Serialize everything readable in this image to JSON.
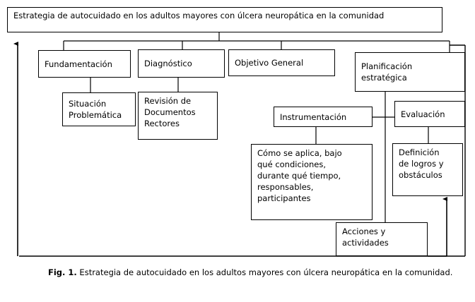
{
  "figure": {
    "title_box": "Estrategia de autocuidado en los adultos mayores con úlcera neuropática en la comunidad",
    "caption_label": "Fig. 1.",
    "caption_text": " Estrategia de autocuidado en los adultos mayores con úlcera neuropática en la comunidad."
  },
  "nodes": {
    "fundamentacion": "Fundamentación",
    "diagnostico": "Diagnóstico",
    "objetivo_general": "Objetivo General",
    "planificacion_estrategica": "Planificación\nestratégica",
    "situacion_problematica": "Situación\nProblemática",
    "revision_documentos": "Revisión de\nDocumentos\nRectores",
    "instrumentacion": "Instrumentación",
    "evaluacion": "Evaluación",
    "como_se_aplica": "Cómo se aplica, bajo\nqué condiciones,\ndurante qué tiempo,\nresponsables,\nparticipantes",
    "definicion_logros": "Definición\nde logros y\nobstáculos",
    "acciones_actividades": "Acciones y\nactividades"
  },
  "style": {
    "line_color": "#000000",
    "box_border": "#000000",
    "background": "#ffffff"
  }
}
